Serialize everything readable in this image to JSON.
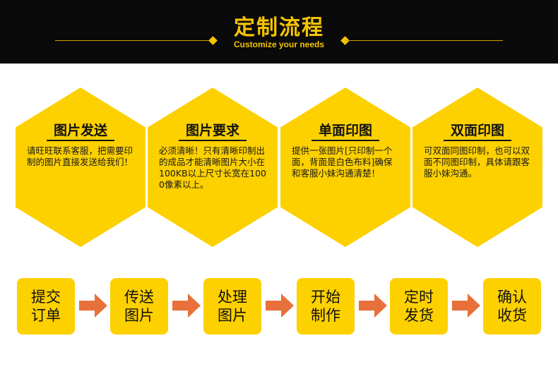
{
  "header": {
    "title": "定制流程",
    "subtitle": "Customize your needs"
  },
  "cards": [
    {
      "title": "图片发送",
      "body": "请旺旺联系客服，把需要印制的图片直接发送给我们！"
    },
    {
      "title": "图片要求",
      "body": "必须清晰！只有清晰印制出的成品才能清晰图片大小在100KB以上尺寸长宽在1000像素以上。"
    },
    {
      "title": "单面印图",
      "body": "提供一张图片[只印制一个面，背面是白色布料]确保和客服小妹沟通清楚！"
    },
    {
      "title": "双面印图",
      "body": "可双面同图印制，也可以双面不同图印制，具体请跟客服小妹沟通。"
    }
  ],
  "steps": [
    {
      "label": "提交订单"
    },
    {
      "label": "传送图片"
    },
    {
      "label": "处理图片"
    },
    {
      "label": "开始制作"
    },
    {
      "label": "定时发货"
    },
    {
      "label": "确认收货"
    }
  ],
  "colors": {
    "header_bg": "#0a0a0a",
    "accent_yellow": "#fdd000",
    "arrow_orange": "#e8703a"
  },
  "icons": {
    "arrow": "right-arrow-icon"
  }
}
